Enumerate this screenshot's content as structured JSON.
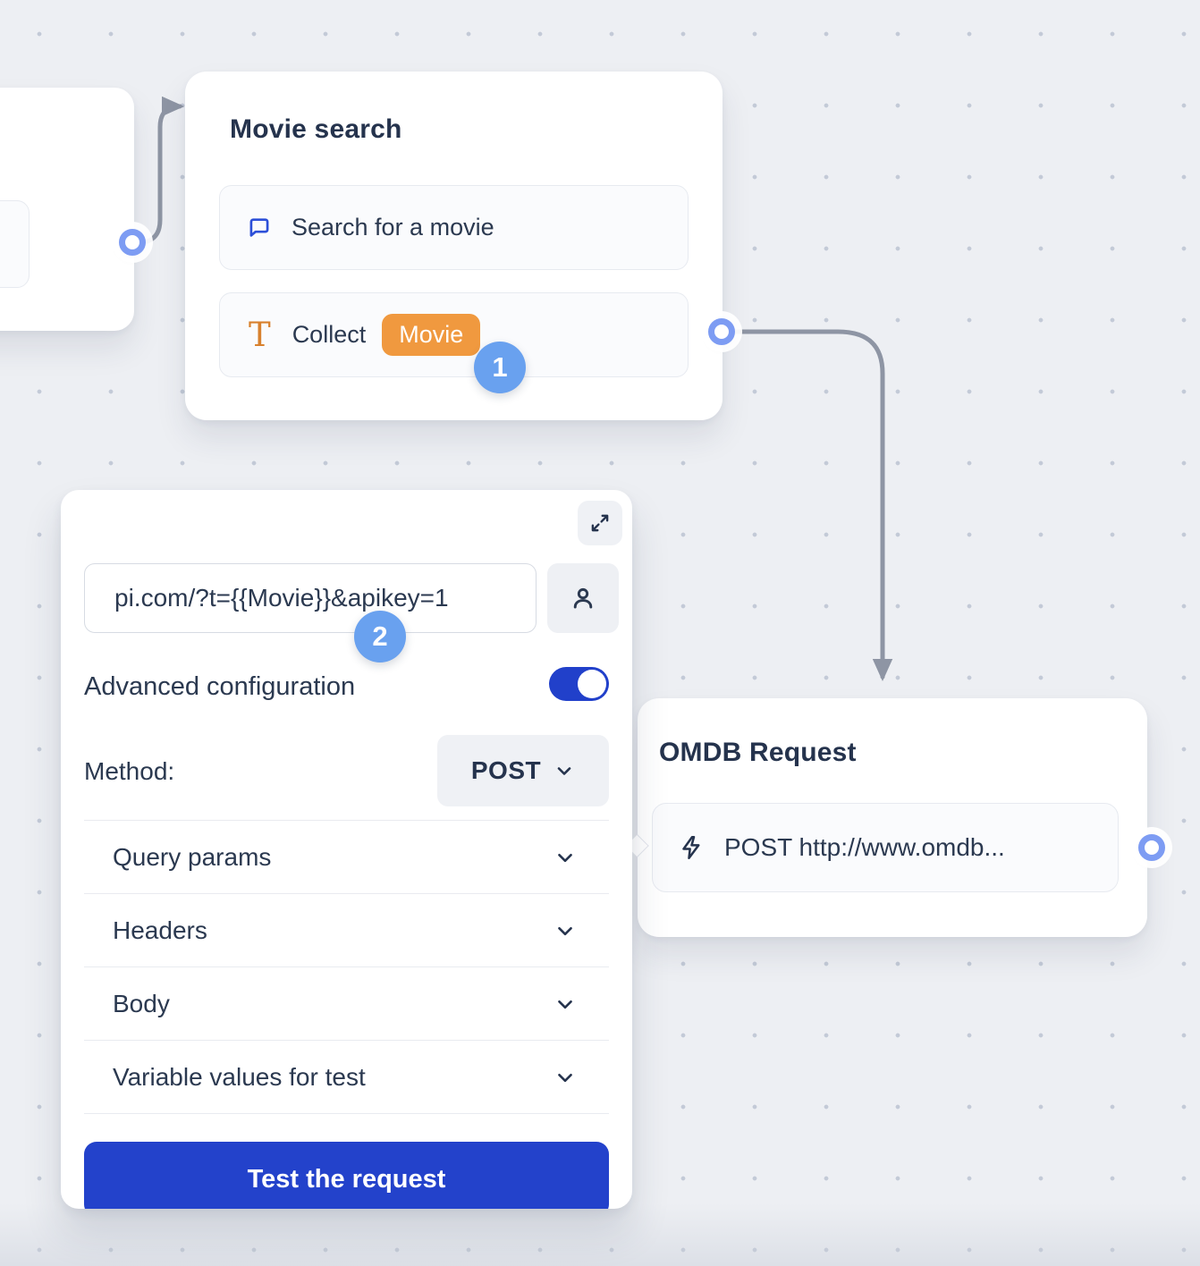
{
  "colors": {
    "background": "#edeff3",
    "grid_dot": "#c3cad7",
    "accent_blue": "#2342cb",
    "badge_blue": "#69a1ef",
    "port_blue": "#7d9cf3",
    "chip_orange": "#f0993f",
    "icon_orange": "#d8812e",
    "icon_blue": "#2c4fd8",
    "wire_gray": "#8e95a4",
    "text_dark": "#25334d"
  },
  "nodes": {
    "movie_search": {
      "title": "Movie search",
      "items": [
        {
          "icon": "chat-bubble-icon",
          "label": "Search for a movie"
        },
        {
          "icon": "text-icon",
          "label": "Collect",
          "chip": "Movie"
        }
      ],
      "step_badge": "1"
    },
    "omdb_request": {
      "title": "OMDB Request",
      "items": [
        {
          "icon": "lightning-icon",
          "label": "POST http://www.omdb..."
        }
      ]
    }
  },
  "panel": {
    "url_value": "pi.com/?t={{Movie}}&apikey=1",
    "advanced_label": "Advanced configuration",
    "method_label": "Method:",
    "method_value": "POST",
    "sections": [
      "Query params",
      "Headers",
      "Body",
      "Variable values for test"
    ],
    "test_button_label": "Test the request",
    "step_badge": "2"
  }
}
